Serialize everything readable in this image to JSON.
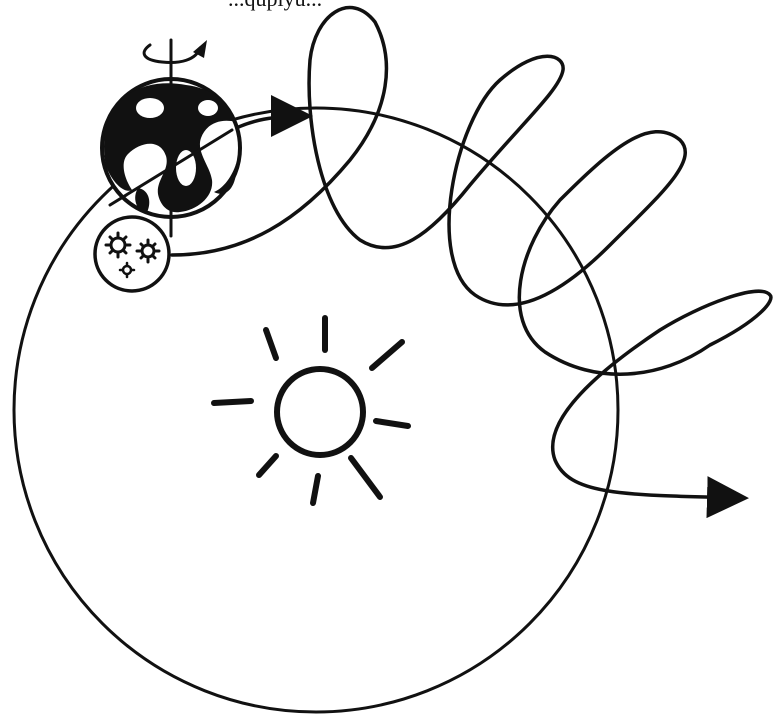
{
  "caption_fragment": "...quplyu...",
  "colors": {
    "ink": "#111111",
    "background": "#ffffff"
  },
  "elements": {
    "orbit": "large-circle-orbit",
    "sun": "sun-icon",
    "earth": "earth-globe-icon",
    "moon": "moon-gears-icon",
    "spiral": "helical-path-arrow",
    "rotation": "rotation-arrow-icon"
  }
}
